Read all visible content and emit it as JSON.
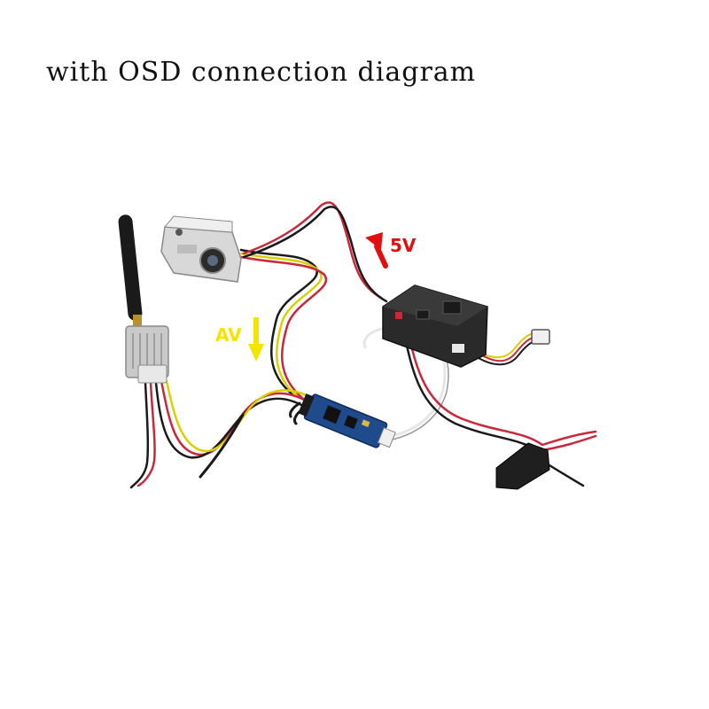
{
  "title": "with OSD connection diagram",
  "labels": {
    "av": "AV",
    "five_v": "5V"
  },
  "colors": {
    "av_arrow": "#f5e400",
    "five_v_arrow": "#e01010",
    "wire_red": "#c8283a",
    "wire_black": "#1a1a1a",
    "wire_yellow": "#d8d000",
    "wire_white": "#e6e6e6",
    "osd_board": "#1f4a8c",
    "camera_body": "#d8d8d8",
    "vtx_body": "#c9c9c9",
    "flight_controller": "#2a2a2a"
  },
  "components": {
    "camera": "camera",
    "video_transmitter": "video-transmitter",
    "osd_module": "osd-module",
    "flight_controller": "flight-controller",
    "battery": "battery"
  }
}
